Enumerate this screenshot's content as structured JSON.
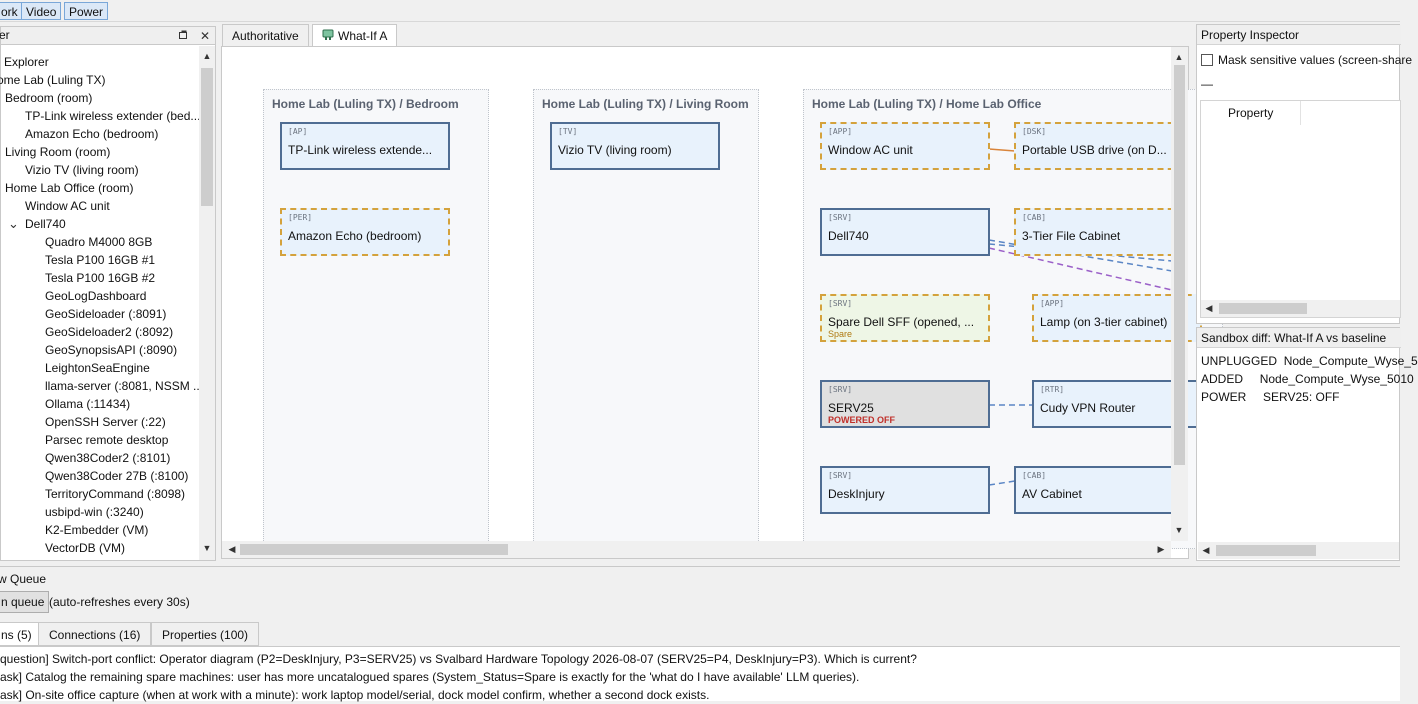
{
  "menubar": {
    "items": [
      "ork",
      "Video",
      "Power"
    ]
  },
  "explorer": {
    "title": "er",
    "pin_icon": "pin-icon",
    "close_glyph": "✕",
    "items": [
      {
        "label": "Explorer",
        "indent": 0
      },
      {
        "label": "ome Lab (Luling TX)",
        "indent": 0
      },
      {
        "label": "Bedroom  (room)",
        "indent": 1
      },
      {
        "label": "TP-Link wireless extender (bed...",
        "indent": 2
      },
      {
        "label": "Amazon Echo (bedroom)",
        "indent": 2
      },
      {
        "label": "Living Room  (room)",
        "indent": 1
      },
      {
        "label": "Vizio TV (living room)",
        "indent": 2
      },
      {
        "label": "Home Lab Office  (room)",
        "indent": 1
      },
      {
        "label": "Window AC unit",
        "indent": 2
      },
      {
        "label": "Dell740",
        "indent": 2,
        "expanded": true
      },
      {
        "label": "Quadro M4000 8GB",
        "indent": 3
      },
      {
        "label": "Tesla P100 16GB #1",
        "indent": 3
      },
      {
        "label": "Tesla P100 16GB #2",
        "indent": 3
      },
      {
        "label": "GeoLogDashboard",
        "indent": 3
      },
      {
        "label": "GeoSideloader (:8091)",
        "indent": 3
      },
      {
        "label": "GeoSideloader2 (:8092)",
        "indent": 3
      },
      {
        "label": "GeoSynopsisAPI (:8090)",
        "indent": 3
      },
      {
        "label": "LeightonSeaEngine",
        "indent": 3
      },
      {
        "label": "llama-server (:8081, NSSM ...",
        "indent": 3
      },
      {
        "label": "Ollama (:11434)",
        "indent": 3
      },
      {
        "label": "OpenSSH Server (:22)",
        "indent": 3
      },
      {
        "label": "Parsec remote desktop",
        "indent": 3
      },
      {
        "label": "Qwen38Coder2 (:8101)",
        "indent": 3
      },
      {
        "label": "Qwen38Coder 27B (:8100)",
        "indent": 3
      },
      {
        "label": "TerritoryCommand (:8098)",
        "indent": 3
      },
      {
        "label": "usbipd-win (:3240)",
        "indent": 3
      },
      {
        "label": "K2-Embedder (VM)",
        "indent": 3
      },
      {
        "label": "VectorDB (VM)",
        "indent": 3
      }
    ]
  },
  "tabs": [
    {
      "label": "Authoritative",
      "active": false
    },
    {
      "label": "What-If A",
      "active": true,
      "icon": "sandbox-icon"
    }
  ],
  "canvas": {
    "rooms": [
      {
        "title": "Home Lab (Luling TX) / Bedroom"
      },
      {
        "title": "Home Lab (Luling TX) / Living Room"
      },
      {
        "title": "Home Lab (Luling TX) / Home Lab Office"
      }
    ],
    "nodes": [
      {
        "tag": "[AP]",
        "label": "TP-Link wireless extende...",
        "style": "solid"
      },
      {
        "tag": "[PER]",
        "label": "Amazon Echo (bedroom)",
        "style": "dashed"
      },
      {
        "tag": "[TV]",
        "label": "Vizio TV (living room)",
        "style": "solid"
      },
      {
        "tag": "[APP]",
        "label": "Window AC unit",
        "style": "dashed"
      },
      {
        "tag": "[DSK]",
        "label": "Portable USB drive (on D...",
        "style": "dashed"
      },
      {
        "tag": "[SRV]",
        "label": "Dell740",
        "style": "solid"
      },
      {
        "tag": "[CAB]",
        "label": "3-Tier File Cabinet",
        "style": "dashed"
      },
      {
        "tag": "[SRV]",
        "label": "Spare Dell SFF (opened, ...",
        "style": "dashed",
        "sub": "Spare",
        "sub_color": "#b07a12",
        "fill": "spare"
      },
      {
        "tag": "[APP]",
        "label": "Lamp (on 3-tier cabinet)",
        "style": "dashed"
      },
      {
        "tag": "[SRV]",
        "label": "SERV25",
        "style": "solid",
        "sub": "POWERED OFF",
        "sub_color": "#c0302a",
        "fill": "off"
      },
      {
        "tag": "[RTR]",
        "label": "Cudy VPN Router",
        "style": "solid"
      },
      {
        "tag": "[SRV]",
        "label": "DeskInjury",
        "style": "solid"
      },
      {
        "tag": "[CAB]",
        "label": "AV Cabinet",
        "style": "solid"
      }
    ]
  },
  "inspector": {
    "title": "Property Inspector",
    "mask_label": "Mask sensitive values (screen-share",
    "mask_checked": false,
    "dash": "—",
    "column_header": "Property"
  },
  "sandbox": {
    "title": "Sandbox diff: What-If A vs baseline",
    "rows": [
      {
        "action": "UNPLUGGED",
        "target": "Node_Compute_Wyse_5"
      },
      {
        "action": "ADDED",
        "target": "Node_Compute_Wyse_5010"
      },
      {
        "action": "POWER",
        "target": "SERV25: OFF"
      }
    ]
  },
  "bottom": {
    "queue_title": "w Queue",
    "refresh_button": "n queue",
    "refresh_note": "(auto-refreshes every 30s)",
    "tabs": [
      {
        "label": "ns (5)",
        "active": true
      },
      {
        "label": "Connections (16)",
        "active": false
      },
      {
        "label": "Properties (100)",
        "active": false
      }
    ],
    "log": [
      "question] Switch-port conflict: Operator diagram (P2=DeskInjury, P3=SERV25) vs Svalbard Hardware Topology 2026-08-07 (SERV25=P4, DeskInjury=P3). Which is current?",
      "ask] Catalog the remaining spare machines: user has more uncatalogued spares (System_Status=Spare is exactly for the 'what do I have available' LLM queries).",
      "ask] On-site office capture (when at work with a minute): work laptop model/serial, dock model confirm, whether a second dock exists."
    ]
  },
  "colors": {
    "accent": "#4f6d93",
    "dashed_border": "#d4a23c",
    "node_fill": "#e8f2fc",
    "edge_orange": "#d9843a",
    "edge_blue": "#5b86c5",
    "edge_purple": "#9a5fc8"
  }
}
